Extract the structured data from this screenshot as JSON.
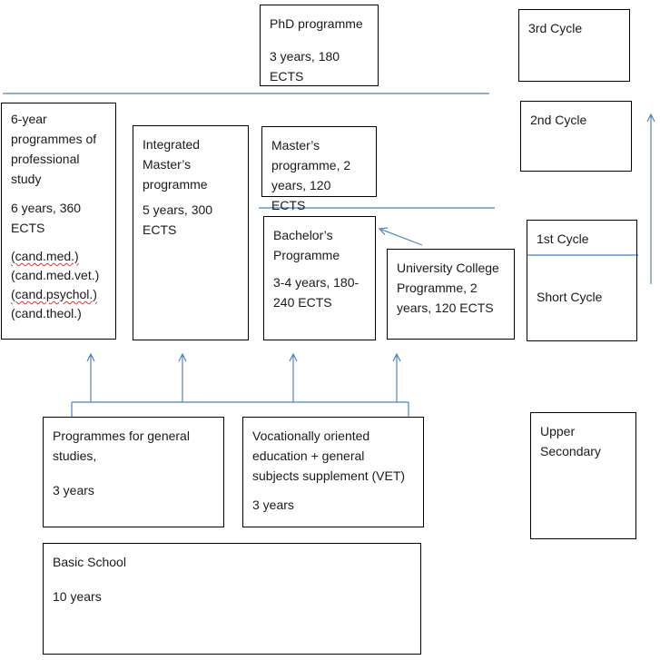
{
  "phd": {
    "title": "PhD programme",
    "detail": "3 years, 180 ECTS"
  },
  "six_year": {
    "title": "6-year programmes of professional study",
    "detail": "6 years, 360 ECTS",
    "degrees": [
      "(cand.med.)",
      "(cand.med.vet.)",
      "(cand.psychol.)",
      "(cand.theol.)"
    ]
  },
  "integrated": {
    "title": "Integrated Master’s programme",
    "detail": "5 years, 300 ECTS"
  },
  "masters": {
    "text": "Master’s programme, 2 years, 120 ECTS"
  },
  "bachelor": {
    "title": "Bachelor’s Programme",
    "detail": "3-4 years, 180-240 ECTS"
  },
  "univ_college": {
    "text": "University College Programme, 2 years, 120 ECTS"
  },
  "general": {
    "title": "Programmes for general studies,",
    "detail": "3 years"
  },
  "vet": {
    "title": "Vocationally oriented education + general subjects supplement (VET)",
    "detail": "3 years"
  },
  "basic": {
    "title": "Basic School",
    "detail": "10 years"
  },
  "cycles": {
    "third": "3rd Cycle",
    "second": "2nd Cycle",
    "first": "1st Cycle",
    "short": "Short Cycle",
    "upper_secondary": "Upper Secondary"
  },
  "colors": {
    "line": "#4f81bd",
    "border": "#000000",
    "squiggle": "#d23a3a"
  }
}
